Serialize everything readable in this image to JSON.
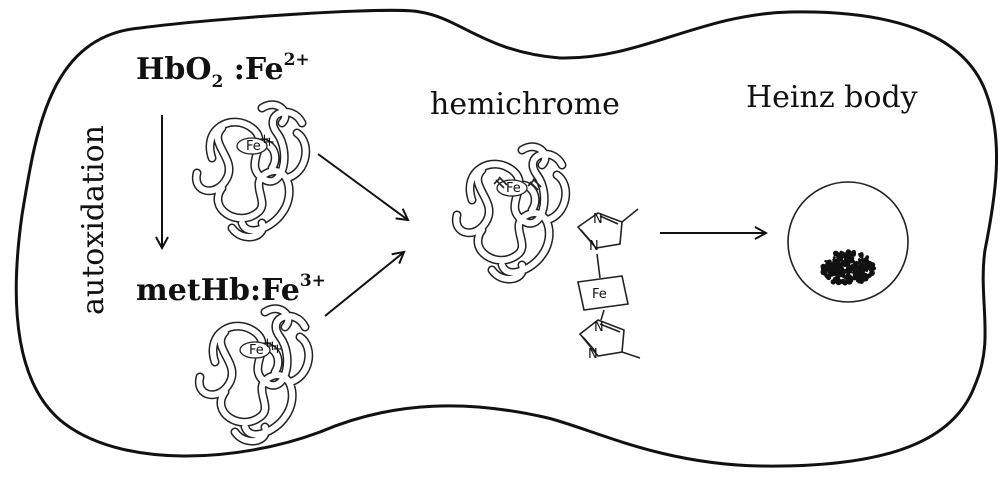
{
  "labels": {
    "hbo2_main": "HbO",
    "hbo2_sub": "2",
    "hbo2_rest": " :Fe",
    "hbo2_sup": "2+",
    "methb_main": "metHb:Fe",
    "methb_sup": "3+",
    "autoxidation": "autoxidation",
    "hemichrome": "hemichrome",
    "heinz": "Heinz body"
  },
  "glyphs": {
    "fe_small": "Fe",
    "fe_box": "Fe",
    "n": "N",
    "plus": "+"
  },
  "icons": {
    "protein": "globin-chain-icon",
    "imidazole": "imidazole-ring-icon",
    "inclusion": "heinz-aggregate-icon"
  }
}
